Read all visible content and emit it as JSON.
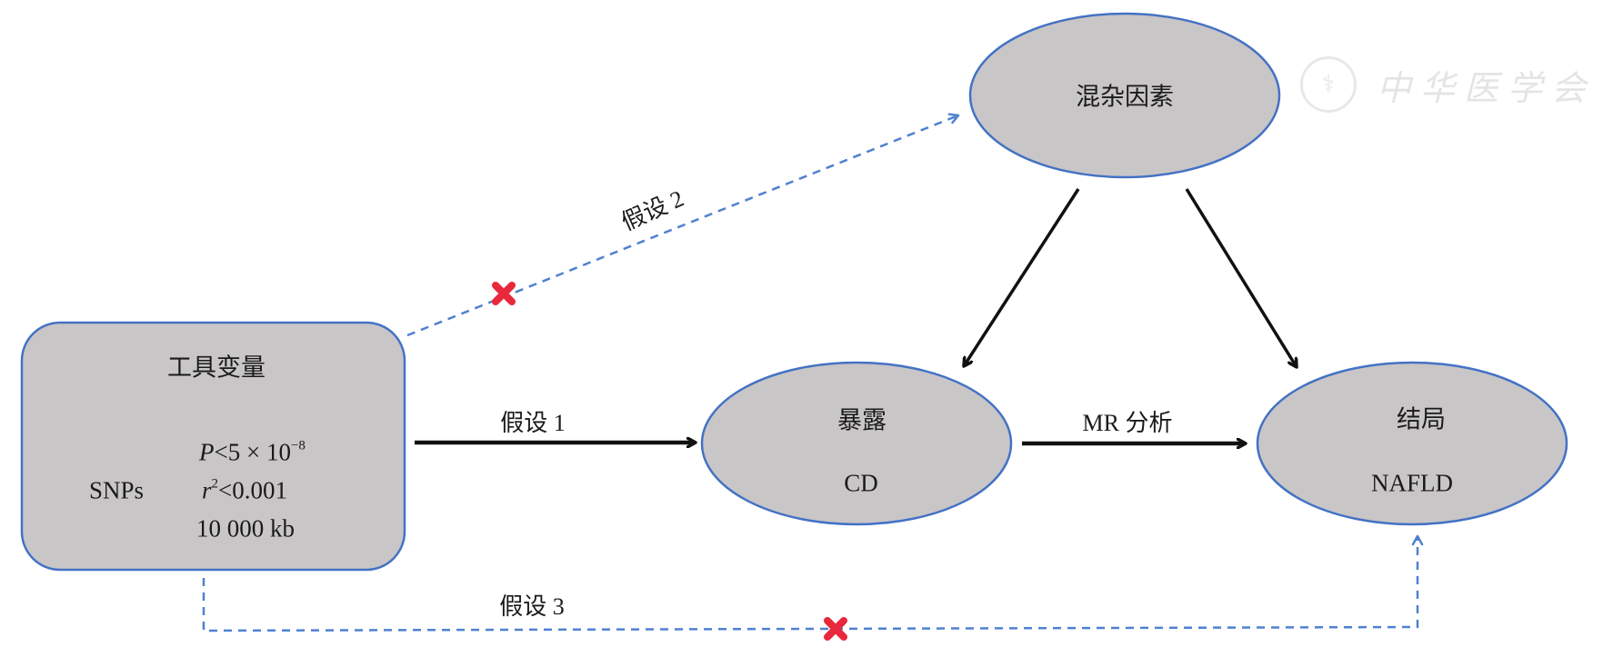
{
  "colors": {
    "node_fill": "#c9c6c8",
    "node_stroke": "#4472c4",
    "arrow_solid": "#111111",
    "arrow_dashed": "#4f81d0",
    "violation_mark": "#e8283c"
  },
  "nodes": {
    "instrument": {
      "title": "工具变量",
      "snps_label": "SNPs",
      "criteria": {
        "p_prefix": "P",
        "p_rest": "<5 × 10",
        "p_exp": "−8",
        "r_prefix": "r",
        "r_exp": "2",
        "r_rest": "<0.001",
        "distance": "10 000 kb"
      }
    },
    "confounder": {
      "title": "混杂因素"
    },
    "exposure": {
      "title": "暴露",
      "subtitle": "CD"
    },
    "outcome": {
      "title": "结局",
      "subtitle": "NAFLD"
    }
  },
  "edges": {
    "assumption1": {
      "label": "假设 1",
      "style": "solid"
    },
    "assumption2": {
      "label": "假设 2",
      "style": "dashed",
      "violated": true
    },
    "assumption3": {
      "label": "假设 3",
      "style": "dashed",
      "violated": true
    },
    "mr_analysis": {
      "label": "MR 分析",
      "style": "solid"
    },
    "confounder_to_exposure": {
      "style": "solid"
    },
    "confounder_to_outcome": {
      "style": "solid"
    }
  },
  "watermark": {
    "text": "中华医学会",
    "icon": "society-seal-icon"
  }
}
